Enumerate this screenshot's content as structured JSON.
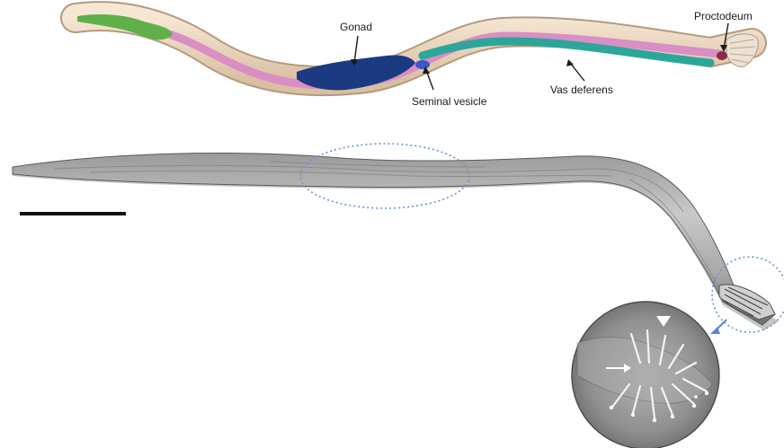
{
  "labels": {
    "gonad": "Gonad",
    "seminal_vesicle": "Seminal vesicle",
    "vas_deferens": "Vas deferens",
    "proctodeum": "Proctodeum"
  },
  "colors": {
    "body": "#f0dcc4",
    "pharynx": "#5fb04a",
    "intestine": "#d98ec4",
    "gonad": "#1b3a82",
    "seminal_vesicle": "#3a56c8",
    "vas_deferens": "#2aa79a",
    "proctodeum": "#8a2a4a",
    "dashed_circle": "#6a8fcf"
  },
  "icons": {
    "scale_bar": "scale-bar",
    "arrowhead": "white-arrowhead-icon",
    "arrow": "white-arrow-icon"
  }
}
